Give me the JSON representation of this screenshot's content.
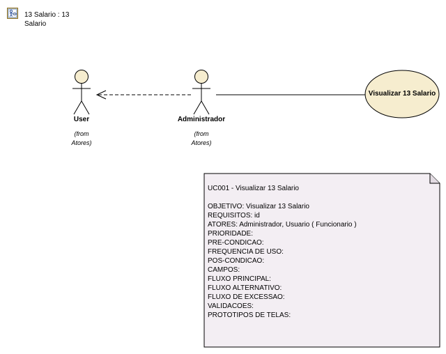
{
  "diagram": {
    "title_line1": "13 Salario : 13",
    "title_line2": "Salario",
    "icon": "diagram-icon"
  },
  "actors": {
    "user": {
      "name": "User",
      "from_line1": "(from",
      "from_line2": "Atores)"
    },
    "admin": {
      "name": "Administrador",
      "from_line1": "(from",
      "from_line2": "Atores)"
    }
  },
  "use_case": {
    "name": "Visualizar 13 Salario",
    "fill": "#f6edcf",
    "stroke": "#000000"
  },
  "note": {
    "fill": "#f3eef3",
    "lines": [
      "UC001 - Visualizar 13 Salario",
      "",
      "OBJETIVO: Visualizar 13 Salario",
      "REQUISITOS: id",
      "ATORES: Administrador, Usuario ( Funcionario )",
      "PRIORIDADE:",
      "PRE-CONDICAO:",
      "FREQUENCIA DE USO:",
      "POS-CONDICAO:",
      "CAMPOS:",
      "FLUXO PRINCIPAL:",
      "FLUXO ALTERNATIVO:",
      "FLUXO DE EXCESSAO:",
      "VALIDACOES:",
      "PROTOTIPOS DE TELAS:"
    ]
  },
  "colors": {
    "actor_head": "#f6edcf",
    "line": "#000000"
  }
}
